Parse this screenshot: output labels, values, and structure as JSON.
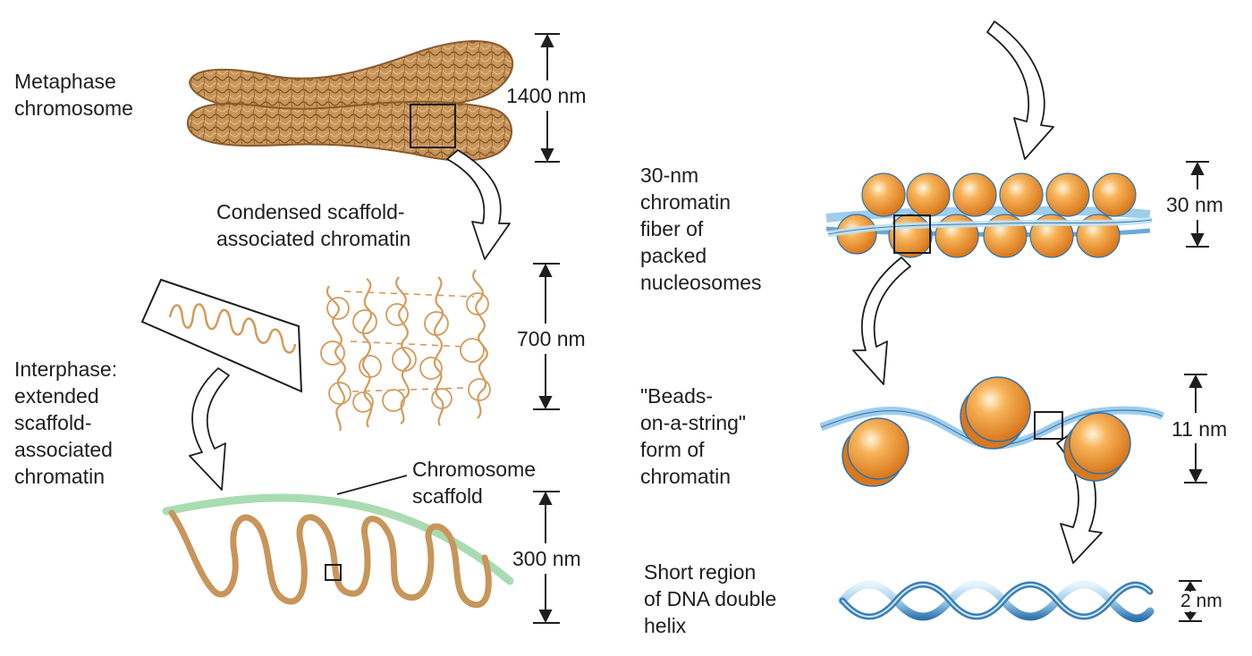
{
  "labels": {
    "metaphase": "Metaphase\nchromosome",
    "condensed": "Condensed scaffold-\nassociated chromatin",
    "interphase": "Interphase:\nextended\nscaffold-\nassociated\nchromatin",
    "scaffold": "Chromosome\nscaffold",
    "fiber": "30-nm\nchromatin\nfiber of\npacked\nnucleosomes",
    "beads": "\"Beads-\non-a-string\"\nform of\nchromatin",
    "helix": "Short region\nof DNA double\nhelix"
  },
  "dimensions": {
    "d1400": "1400 nm",
    "d700": "700 nm",
    "d300": "300 nm",
    "d30": "30 nm",
    "d11": "11 nm",
    "d2": "2 nm"
  },
  "colors": {
    "chromatin": "#c8955a",
    "chromatin_dark": "#8a5a2b",
    "scaffold": "#a9dcb3",
    "nucleosome": "#f29a2e",
    "dna_light": "#bfe1f5",
    "dna_dark": "#3b7fb6"
  }
}
